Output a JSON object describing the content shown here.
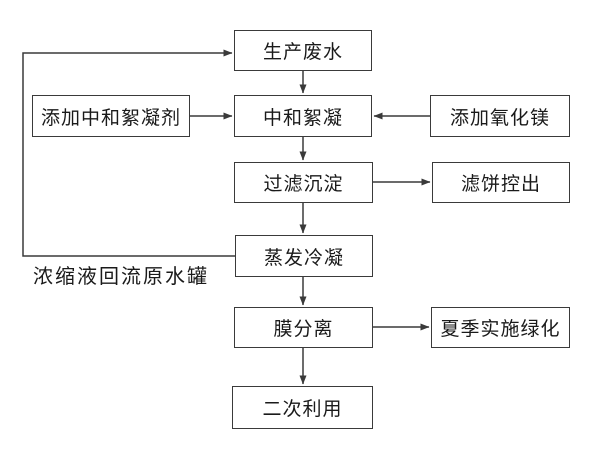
{
  "diagram": {
    "type": "flowchart",
    "language": "zh-CN",
    "nodes": {
      "production_wastewater": "生产废水",
      "add_neutralizing_flocculant": "添加中和絮凝剂",
      "neutralization_flocculation": "中和絮凝",
      "add_magnesium_oxide": "添加氧化镁",
      "filtration_sedimentation": "过滤沉淀",
      "filter_cake_discharge": "滤饼控出",
      "evaporation_condensation": "蒸发冷凝",
      "membrane_separation": "膜分离",
      "summer_greening": "夏季实施绿化",
      "secondary_use": "二次利用"
    },
    "labels": {
      "concentrate_return": "浓缩液回流原水罐"
    },
    "edges": [
      {
        "from": "production_wastewater",
        "to": "neutralization_flocculation",
        "direction": "down"
      },
      {
        "from": "add_neutralizing_flocculant",
        "to": "neutralization_flocculation",
        "direction": "right"
      },
      {
        "from": "add_magnesium_oxide",
        "to": "neutralization_flocculation",
        "direction": "left"
      },
      {
        "from": "neutralization_flocculation",
        "to": "filtration_sedimentation",
        "direction": "down"
      },
      {
        "from": "filtration_sedimentation",
        "to": "filter_cake_discharge",
        "direction": "right"
      },
      {
        "from": "filtration_sedimentation",
        "to": "evaporation_condensation",
        "direction": "down"
      },
      {
        "from": "evaporation_condensation",
        "to": "production_wastewater",
        "direction": "feedback-left-up",
        "label": "浓缩液回流原水罐"
      },
      {
        "from": "evaporation_condensation",
        "to": "membrane_separation",
        "direction": "down"
      },
      {
        "from": "membrane_separation",
        "to": "summer_greening",
        "direction": "right"
      },
      {
        "from": "membrane_separation",
        "to": "secondary_use",
        "direction": "down"
      }
    ],
    "colors": {
      "line": "#3a3a3a",
      "box_border": "#3a3a3a",
      "box_fill": "#ffffff",
      "text": "#1a1a1a",
      "background": "#ffffff"
    }
  }
}
